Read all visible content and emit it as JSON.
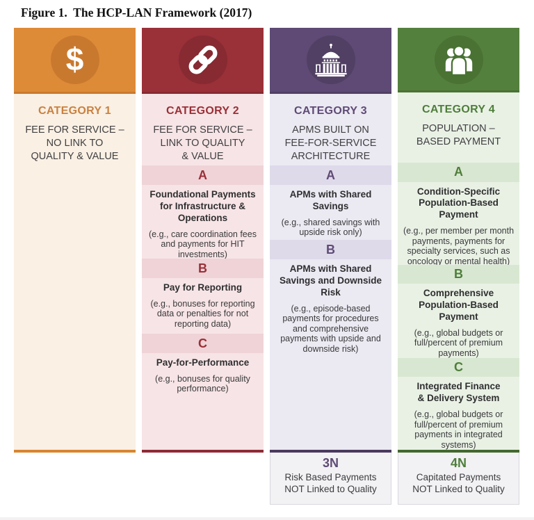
{
  "figure_title": "Figure 1.  The HCP-LAN Framework (2017)",
  "columns": [
    {
      "category_label": "CATEGORY 1",
      "category_name": "FEE FOR SERVICE –\nNO LINK TO\nQUALITY & VALUE",
      "icon": "dollar-sign-icon",
      "icon_glyph": "$",
      "colors": {
        "header": "#DE8B38",
        "icon_circle": "#C9792E",
        "body": "#FAF0E4",
        "accent": "#C98140",
        "bottom_bar": "#D8862F"
      },
      "sections": []
    },
    {
      "category_label": "CATEGORY 2",
      "category_name": "FEE FOR SERVICE –\nLINK TO QUALITY\n& VALUE",
      "icon": "chain-link-icon",
      "colors": {
        "header": "#9A3038",
        "icon_circle": "#872A32",
        "body": "#F7E4E6",
        "band": "#EFD3D7",
        "accent": "#9A3038",
        "bottom_bar": "#8E2B36"
      },
      "sections": [
        {
          "letter": "A",
          "title": "Foundational Payments\nfor Infrastructure &\nOperations",
          "example": "(e.g., care coordination fees\nand payments for HIT\ninvestments)"
        },
        {
          "letter": "B",
          "title": "Pay for Reporting",
          "example": "(e.g., bonuses for reporting\ndata or penalties for not\nreporting data)"
        },
        {
          "letter": "C",
          "title": "Pay-for-Performance",
          "example": "(e.g., bonuses for quality\nperformance)"
        }
      ]
    },
    {
      "category_label": "CATEGORY 3",
      "category_name": "APMS BUILT ON\nFEE-FOR-SERVICE\nARCHITECTURE",
      "icon": "capitol-building-icon",
      "colors": {
        "header": "#5E4A75",
        "icon_circle": "#514064",
        "body": "#EBE9F2",
        "band": "#DFDAEA",
        "accent": "#5F4B76",
        "bottom_bar": "#4A3A5E"
      },
      "sections": [
        {
          "letter": "A",
          "title": "APMs with Shared\nSavings",
          "example": "(e.g., shared savings with\nupside risk only)"
        },
        {
          "letter": "B",
          "title": "APMs with Shared\nSavings and Downside\nRisk",
          "example": "(e.g., episode-based\npayments for procedures\nand comprehensive\npayments with upside and\ndownside risk)"
        }
      ]
    },
    {
      "category_label": "CATEGORY 4",
      "category_name": "POPULATION –\nBASED PAYMENT",
      "icon": "people-group-icon",
      "colors": {
        "header": "#54803D",
        "icon_circle": "#497233",
        "body": "#E9F1E5",
        "band": "#D8E7D1",
        "accent": "#4E7E3A",
        "bottom_bar": "#44682E"
      },
      "sections": [
        {
          "letter": "A",
          "title": "Condition-Specific\nPopulation-Based\nPayment",
          "example": "(e.g., per member per month\npayments, payments for\nspecialty services, such as\noncology or mental health)"
        },
        {
          "letter": "B",
          "title": "Comprehensive\nPopulation-Based\nPayment",
          "example": "(e.g., global budgets or\nfull/percent of premium\npayments)"
        },
        {
          "letter": "C",
          "title": "Integrated Finance\n& Delivery System",
          "example": "(e.g., global budgets or\nfull/percent of premium\npayments in integrated\nsystems)"
        }
      ]
    }
  ],
  "footers": [
    {
      "code": "3N",
      "text": "Risk Based Payments\nNOT Linked to Quality",
      "color": "#5F4B76"
    },
    {
      "code": "4N",
      "text": "Capitated Payments\nNOT Linked to Quality",
      "color": "#4E7E3A"
    }
  ]
}
